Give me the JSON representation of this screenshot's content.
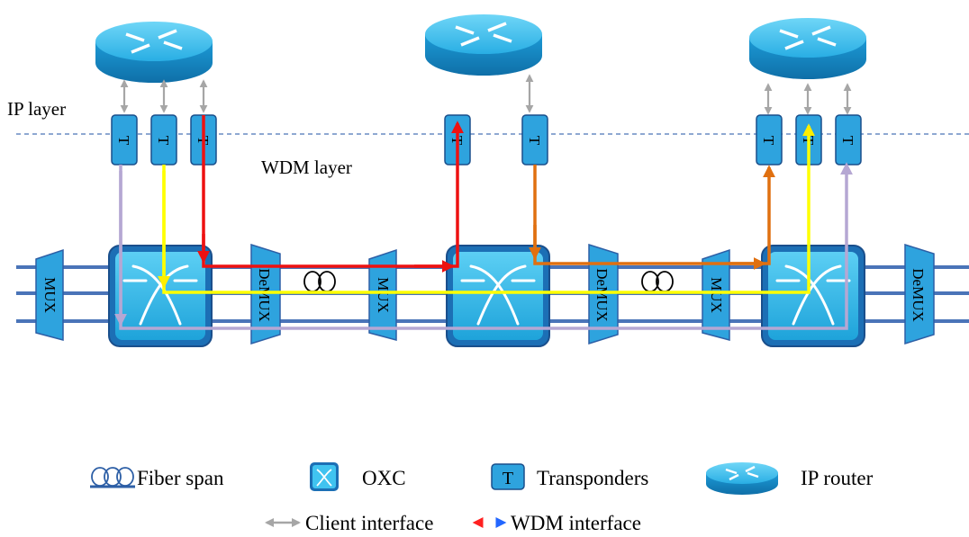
{
  "layers": {
    "ip_label": "IP layer",
    "wdm_label": "WDM layer"
  },
  "nodes": [
    {
      "id": "node-1",
      "router": "IP router",
      "transponder_letter": "T",
      "oxc": "OXC",
      "mux_left": "MUX",
      "demux_right": "DeMUX"
    },
    {
      "id": "node-2",
      "router": "IP router",
      "transponder_letter": "T",
      "oxc": "OXC",
      "mux_left": "MUX",
      "demux_right": "DeMUX"
    },
    {
      "id": "node-3",
      "router": "IP router",
      "transponder_letter": "T",
      "oxc": "OXC",
      "mux_left": "MUX",
      "demux_right": "DeMUX"
    }
  ],
  "labels": {
    "mux": "MUX",
    "demux": "DeMUX",
    "transponder": "T"
  },
  "lightpaths": [
    {
      "name": "red",
      "color": "#ee1111"
    },
    {
      "name": "orange",
      "color": "#e07010"
    },
    {
      "name": "yellow",
      "color": "#ffff00"
    },
    {
      "name": "lavender",
      "color": "#b5a7d3"
    }
  ],
  "colors": {
    "fiber": "#4a74b8",
    "dashed_boundary": "#4a74b8",
    "oxc_fill": "#29b6e8",
    "oxc_border": "#2d5fa6",
    "router_top": "#3fc2ee",
    "router_side": "#1a8ccc",
    "client_arrow": "#a6a6a6"
  },
  "legend": {
    "fiber_span": "Fiber span",
    "oxc": "OXC",
    "transponders": "Transponders",
    "transponder_letter": "T",
    "ip_router": "IP router",
    "client_interface": "Client interface",
    "wdm_interface": "WDM interface"
  }
}
